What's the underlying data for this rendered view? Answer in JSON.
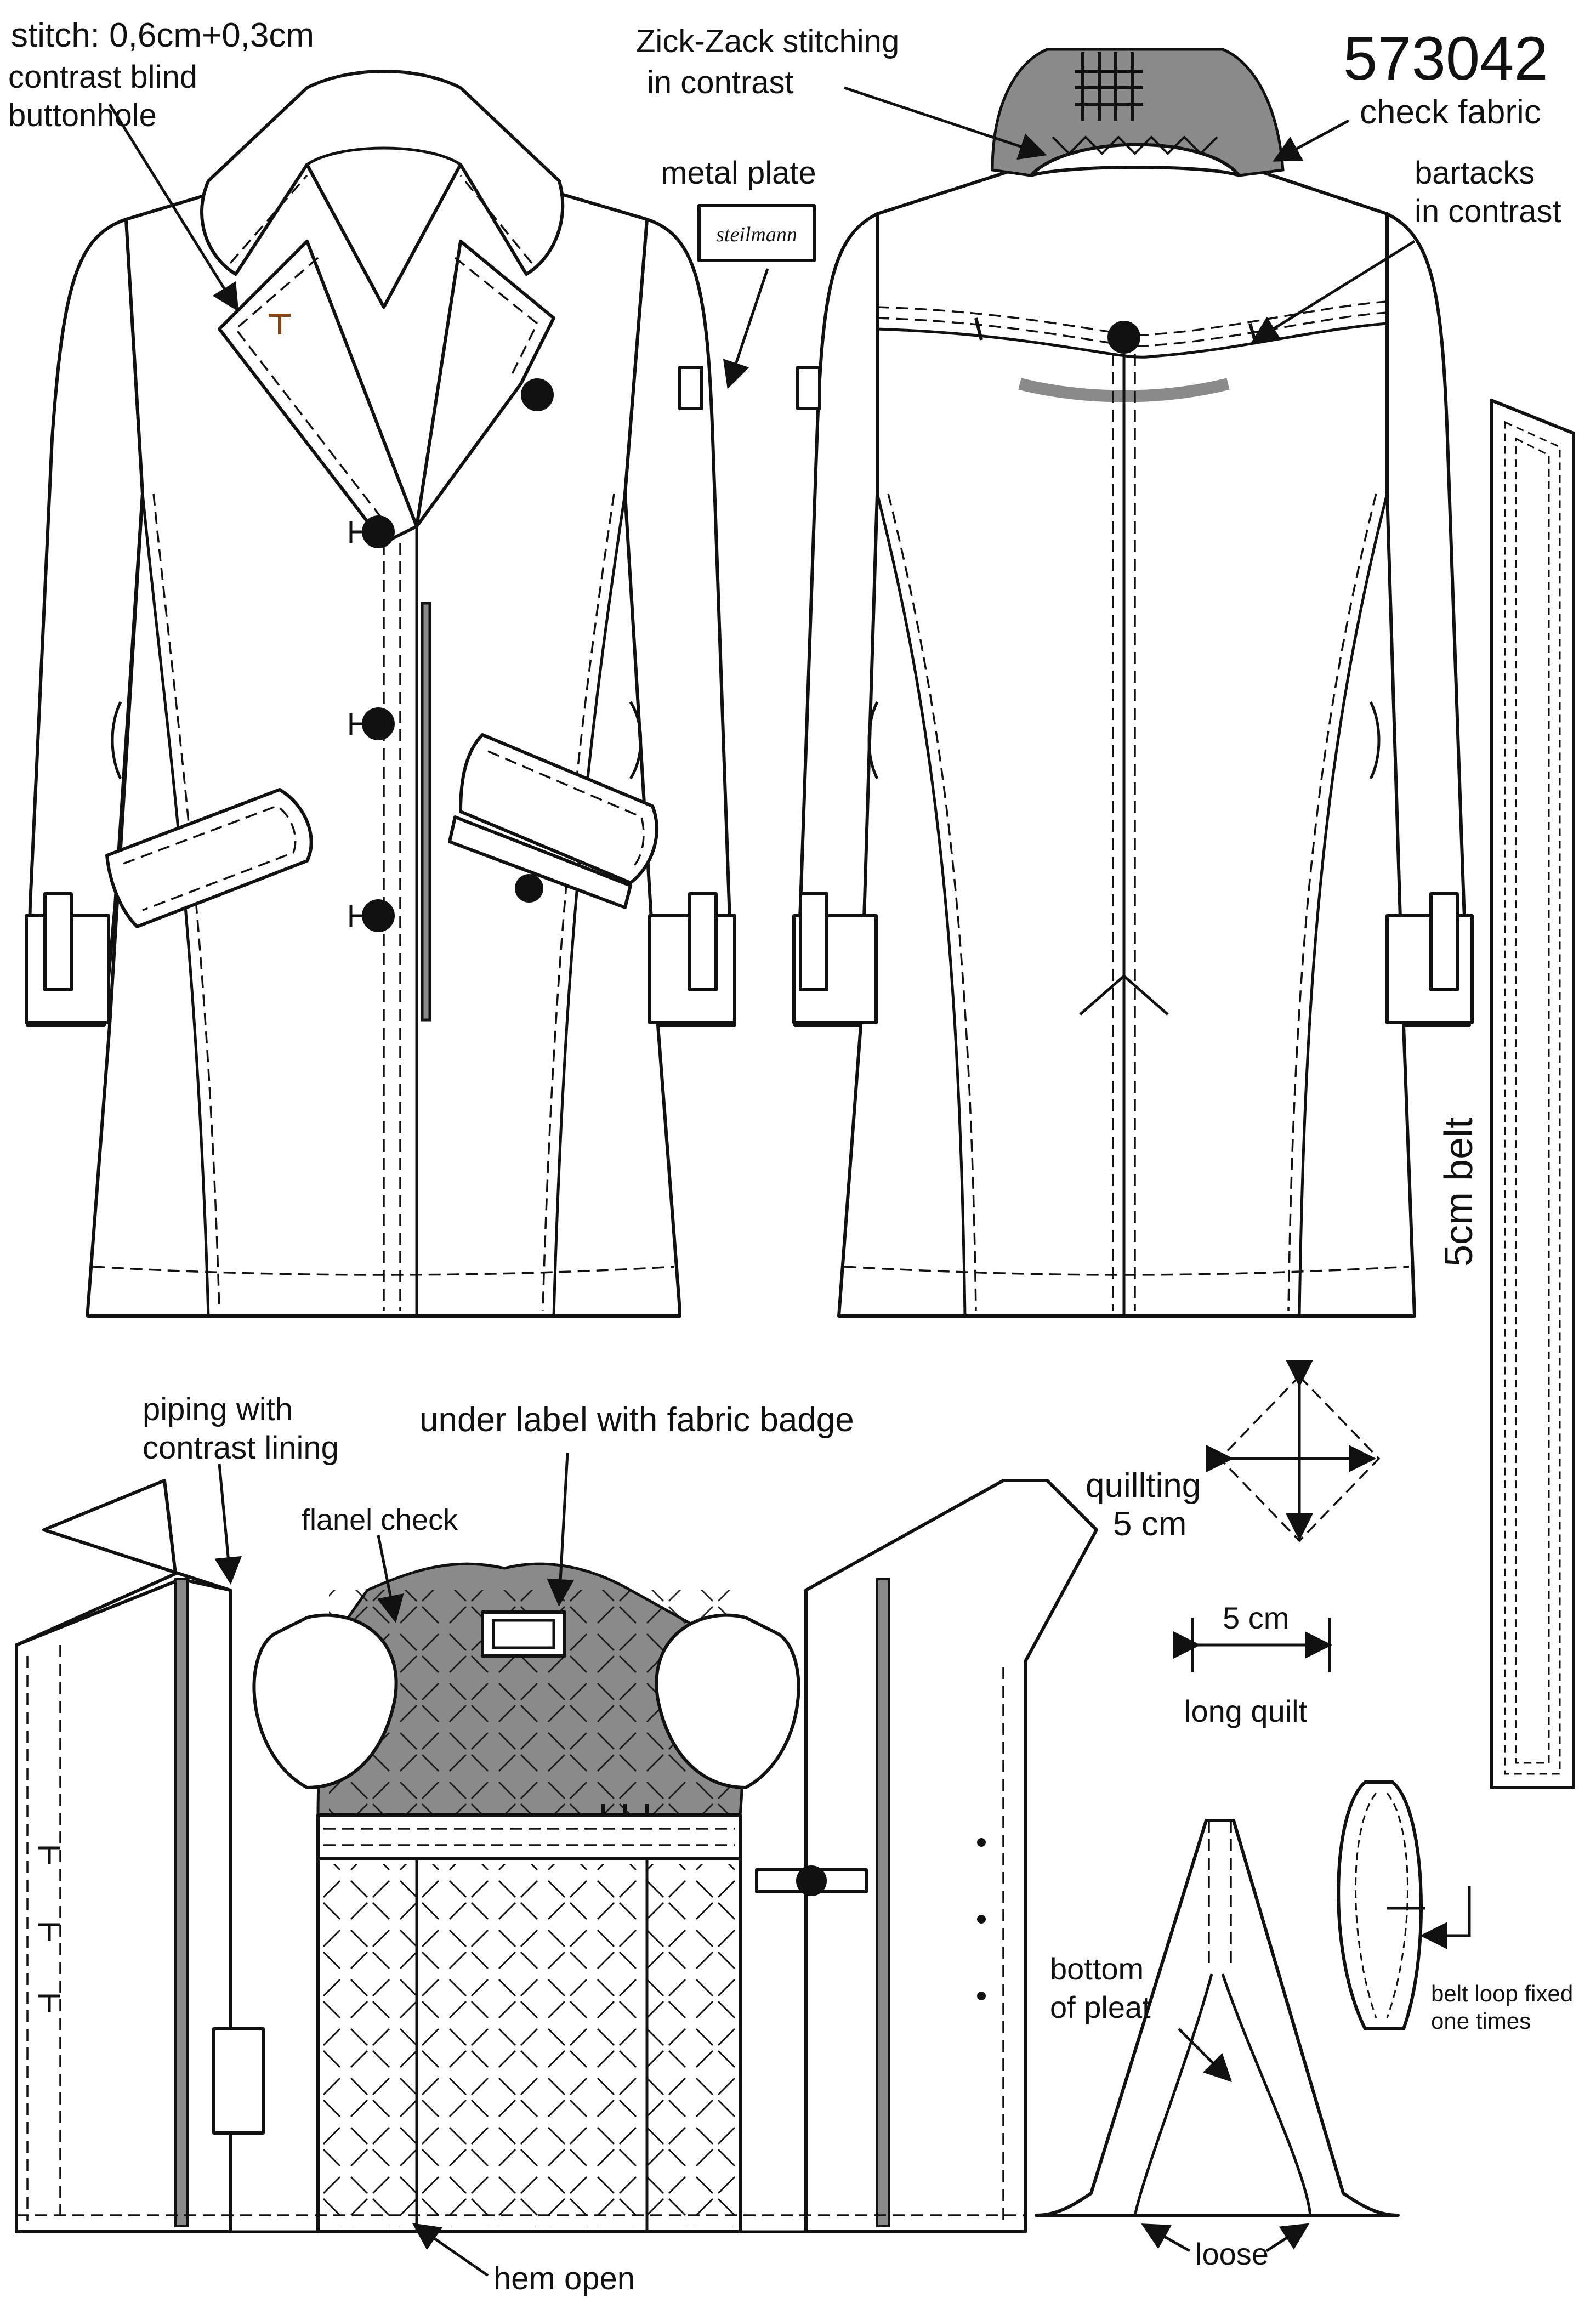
{
  "sheet": {
    "style_number": "573042",
    "labels": {
      "stitch": "stitch: 0,6cm+0,3cm",
      "contrast_buttonhole_1": "contrast blind",
      "contrast_buttonhole_2": "buttonhole",
      "zickzack_1": "Zick-Zack stitching",
      "zickzack_2": "in contrast",
      "check_fabric": "check fabric",
      "metal_plate": "metal plate",
      "metal_plate_brand": "steilmann",
      "bartacks_1": "bartacks",
      "bartacks_2": "in contrast",
      "belt": "5cm belt",
      "piping_1": "piping with",
      "piping_2": "contrast lining",
      "under_label": "under label with fabric badge",
      "flanel_check": "flanel check",
      "quilting_1": "quillting",
      "quilting_2": "5 cm",
      "quilt_width": "5 cm",
      "long_quilt": "long quilt",
      "bottom_pleat_1": "bottom",
      "bottom_pleat_2": "of pleat",
      "belt_loop_1": "belt loop fixed",
      "belt_loop_2": "one times",
      "hem_open": "hem open",
      "loose": "loose"
    },
    "colors": {
      "line": "#111111",
      "contrast_grey": "#8a8a8a",
      "paper": "#ffffff",
      "buttonhole_accent": "#8b4513"
    }
  }
}
